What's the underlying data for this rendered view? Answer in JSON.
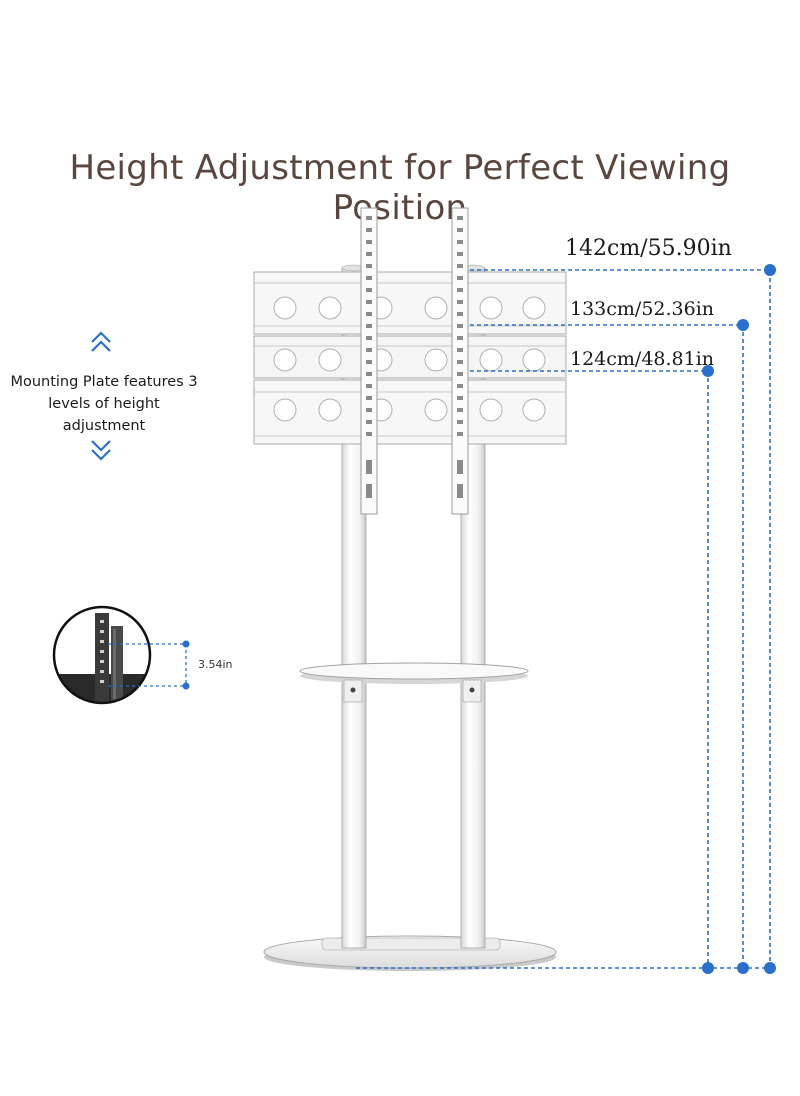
{
  "title": "Height Adjustment for Perfect Viewing Position",
  "dimensions": [
    {
      "label": "142cm/55.90in"
    },
    {
      "label": "133cm/52.36in"
    },
    {
      "label": "124cm/48.81in"
    }
  ],
  "side_note": {
    "line1": "Mounting Plate features 3",
    "line2": "levels of height adjustment"
  },
  "inset": {
    "label": "3.54in"
  },
  "colors": {
    "title": "#5a463e",
    "accent_blue": "#2a6fc9",
    "stand_white": "#f6f6f6",
    "stand_outline": "#9a9a9a"
  },
  "icons": {
    "up": "double-chevron-up-icon",
    "down": "double-chevron-down-icon"
  }
}
